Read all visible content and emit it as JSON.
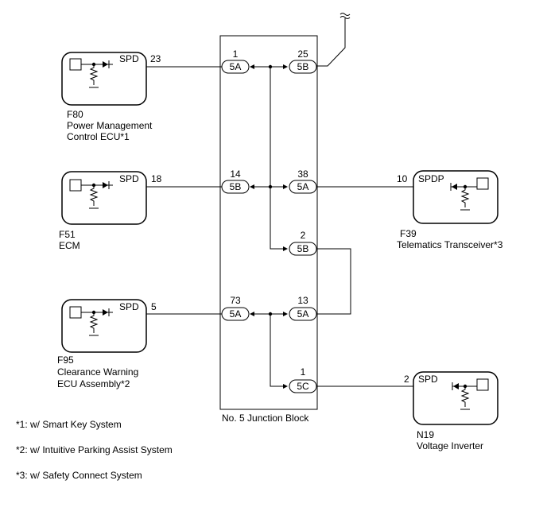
{
  "junction_block": {
    "name": "No. 5 Junction Block",
    "pins": [
      {
        "pin": "1",
        "connector": "5A"
      },
      {
        "pin": "25",
        "connector": "5B"
      },
      {
        "pin": "14",
        "connector": "5B"
      },
      {
        "pin": "38",
        "connector": "5A"
      },
      {
        "pin": "2",
        "connector": "5B"
      },
      {
        "pin": "73",
        "connector": "5A"
      },
      {
        "pin": "13",
        "connector": "5A"
      },
      {
        "pin": "1",
        "connector": "5C"
      }
    ]
  },
  "ecus": [
    {
      "code": "F80",
      "name_line1": "Power Management",
      "name_line2": "Control ECU*1",
      "terminal": "SPD",
      "pin": "23"
    },
    {
      "code": "F51",
      "name_line1": "ECM",
      "name_line2": "",
      "terminal": "SPD",
      "pin": "18"
    },
    {
      "code": "F95",
      "name_line1": "Clearance Warning",
      "name_line2": "ECU Assembly*2",
      "terminal": "SPD",
      "pin": "5"
    },
    {
      "code": "F39",
      "name_line1": "Telematics Transceiver*3",
      "name_line2": "",
      "terminal": "SPDP",
      "pin": "10"
    },
    {
      "code": "N19",
      "name_line1": "Voltage Inverter",
      "name_line2": "",
      "terminal": "SPD",
      "pin": "2"
    }
  ],
  "notes": [
    "*1: w/ Smart Key System",
    "*2: w/ Intuitive Parking Assist System",
    "*3: w/ Safety Connect System"
  ]
}
